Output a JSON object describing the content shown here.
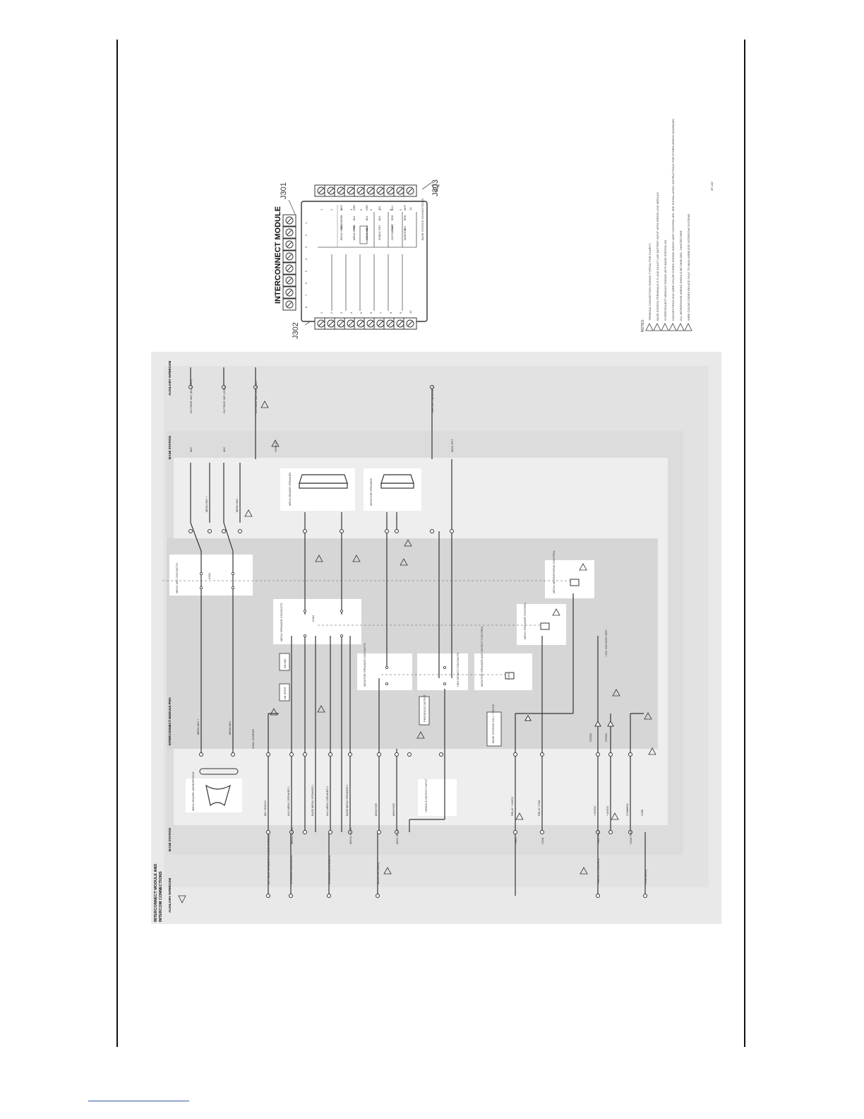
{
  "page": {
    "left_rule": "",
    "right_rule": ""
  },
  "module": {
    "title": "INTERCONNECT MODULE",
    "j301": "J301",
    "j302": "J302",
    "j303": "J303",
    "j303_note": "1",
    "left_terminals": [
      "1",
      "2",
      "3",
      "4",
      "5",
      "6",
      "7",
      "8",
      "9",
      "10"
    ],
    "right_terminals": [
      "1",
      "2",
      "3",
      "4",
      "5",
      "6",
      "7",
      "8",
      "9",
      "10"
    ],
    "top_terminals": [
      "1",
      "2",
      "3",
      "4",
      "5",
      "6",
      "7",
      "8"
    ],
    "table_rows": [
      [
        "RELAY COMMON",
        "J301",
        "GRN",
        "WHT"
      ],
      [
        "MENU SPKR",
        "RED",
        "BLK",
        "GRN"
      ],
      [
        "MENU MIC",
        "BLU",
        "BLK",
        "ORG"
      ],
      [
        "SHIELD",
        "GRY",
        "BLK",
        "YEL"
      ],
      [
        "OUTSIDE MIC",
        "WHT",
        "RED",
        "BLU"
      ],
      [
        "MONITOR",
        "VIO",
        "BRN",
        "WHT"
      ]
    ],
    "footer_label": "BASE STATION CONNECTIONS"
  },
  "notes": {
    "header": "NOTES:",
    "items": [
      "TERMINAL CONNECTION SHOWN TYPICAL FOR CLARITY.",
      "BASE STATION TERMINALS 8, 9, AND 10 ACT LIKE BATTERY INPUT WITH CROSS LINK MODULE.",
      "INTERCONNECT MODULE SHOWN WITH BASE STATION ON.",
      "CONNECTIONS AND WIRE COLOR CODES SHOWN WHICH VARY CONTROLLER. SEE INSTALLATION INSTRUCTIONS FOR OTHER WIRING DIAGRAMS.",
      "ALL MICROPHONE WIRING SHOULD BE SHIELDED, TWISTED PAIR.",
      "WIRE COLOR CODES RELATE ONLY TO MAIN WIRELESS INTERCOM SYSTEMS."
    ],
    "doc_ref": "3P-182"
  },
  "schematic": {
    "title_line1": "INTERCONNECT MODULE AND",
    "title_line2": "INTERCOM CONNECTIONS",
    "section_aux_intercom_bottom": "AUXILIARY INTERCOM",
    "section_base_station_bottom": "BASE STATION",
    "section_interconnect_pwa": "INTERCONNECT MODULE PWA",
    "section_base_station_top": "BASE STATION",
    "section_aux_intercom_top": "AUXILIARY INTERCOM",
    "aux_left_terminals": [
      "OUTSIDE SPEAKER COMMON",
      "SPEAKER (RED/GRN)",
      "SPEAKER (GRN/BRN)",
      "MONITOR (RED)",
      "+18VDC (YEL/ORN)",
      "COM (BLU)"
    ],
    "base_left_terminals": [
      "SHIELD",
      "MENU SPKR",
      "MENU SPKR",
      "MON SPKR",
      "+18V",
      "COM",
      "+18V PWR",
      "COM PWR"
    ],
    "base_right_terminals": [
      "MIC",
      "MIC",
      "SHIELD",
      "MON DET"
    ],
    "aux_right_terminals": [
      "OUTSIDE MIC (BLK/GRN)",
      "OUTSIDE MIC (GRN)",
      "OUTSIDE MIC COMMON",
      "VEH DET (BLK/WHT)"
    ],
    "wire_labels": [
      "MIC SHIELD",
      "AUX MENU SPEAKER 1",
      "BASE MENU SPEAKER 1",
      "AUX MENU SPEAKER 2",
      "BASE MENU SPEAKER 2",
      "MONITOR",
      "MONITOR",
      "RELAY +18VDC",
      "RELAY COM",
      "+18VDC",
      "+18VDC",
      "COMMON",
      "COM",
      "MENU MIC +",
      "MENU MIC -",
      "MENU MIC +",
      "MENU MIC -"
    ],
    "components": {
      "menu_mic": "MENU BOARD MICROPHONE",
      "jumper": "W301 JUMPER",
      "mic_contacts": "MENU MIC CONTACTS",
      "speaker_contacts": "MENU SPEAKER CONTACTS",
      "monitor_contacts": "MONITOR SPEAKER CONTACTS",
      "veh_detect_contacts": "VEH DETECT CONTACTS",
      "monitor_control": "MONITOR SPEAKER AND DETECT CONTROL",
      "speaker_control": "MENU SPEAKER CONTROL",
      "mic_control": "MENU MICROPHONE CONTROL",
      "presence": "PRESENCE DETECT",
      "veh_detect_input": "VEHICLE DETECT INPUT",
      "base_station_on": "BASE STATION ON = +18VDC",
      "menu_speaker": "MENU BOARD SPEAKER",
      "monitor_speaker": "MONITOR SPEAKER",
      "ab_spkr": "AB SPKR",
      "ab_mic": "AB MIC",
      "k301": "K301",
      "k302": "K302",
      "k303": "K303",
      "cr301": "CR301",
      "cr302": "CR302",
      "voltage_reg": "+15V VOLTAGE REG"
    }
  }
}
